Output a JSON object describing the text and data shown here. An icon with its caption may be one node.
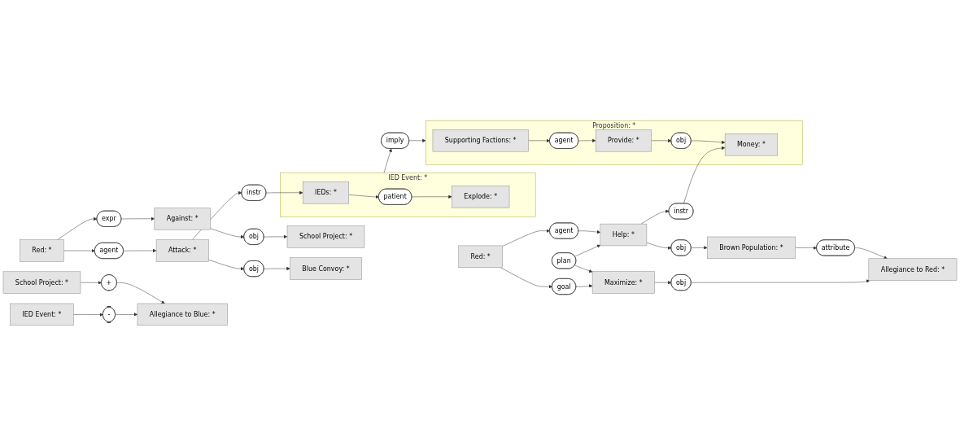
{
  "diagram": {
    "nodes": [
      {
        "text": [
          "Red: *"
        ]
      },
      {
        "text": [
          "expr"
        ]
      },
      {
        "text": [
          "Against: *"
        ]
      },
      {
        "text": [
          "obj"
        ]
      },
      {
        "text": [
          "School Project: *"
        ]
      },
      {
        "text": [
          "agent"
        ]
      },
      {
        "text": [
          "Attack: *"
        ]
      },
      {
        "text": [
          "instr"
        ]
      },
      {
        "text": [
          "IED Event: *"
        ]
      },
      {
        "text": [
          "IEDs: *"
        ],
        "in": 8
      },
      {
        "text": [
          "patient"
        ],
        "in": 8
      },
      {
        "text": [
          "Explode: *"
        ],
        "in": 8
      },
      {
        "text": [
          "obj"
        ]
      },
      {
        "text": [
          "Blue Convoy: *"
        ]
      },
      {
        "text": [
          "imply"
        ]
      },
      {
        "text": [
          "Proposition: *"
        ]
      },
      {
        "text": [
          "Supporting Factions: *"
        ],
        "in": 15
      },
      {
        "text": [
          "agent"
        ],
        "in": 15
      },
      {
        "text": [
          "Provide: *"
        ],
        "in": 15
      },
      {
        "text": [
          "obj"
        ],
        "in": 15
      },
      {
        "text": [
          "Money: *"
        ],
        "in": 15
      },
      {
        "text": [
          "agent"
        ]
      },
      {
        "text": [
          "Help: *"
        ]
      },
      {
        "text": [
          "instr"
        ]
      },
      {
        "text": [
          "obj"
        ]
      },
      {
        "text": [
          "Brown Population: *"
        ]
      },
      {
        "text": [
          "Red: *"
        ]
      },
      {
        "text": [
          "plan"
        ]
      },
      {
        "text": [
          "attribute"
        ]
      },
      {
        "text": [
          "goal"
        ]
      },
      {
        "text": [
          "Maximize: *"
        ]
      },
      {
        "text": [
          "obj"
        ]
      },
      {
        "text": [
          "Allegiance to Red: *"
        ]
      },
      {
        "text": [
          "School Project: *"
        ]
      },
      {
        "text": [
          "+"
        ]
      },
      {
        "text": [
          "Allegiance to Blue: *"
        ]
      },
      {
        "text": [
          "IED Event: *"
        ]
      },
      {
        "text": [
          "-"
        ]
      }
    ],
    "edges": [
      {
        "from": 0,
        "to": 1,
        "arrow": "to"
      },
      {
        "from": 1,
        "to": 2,
        "arrow": "to"
      },
      {
        "from": 2,
        "to": 3,
        "arrow": "to"
      },
      {
        "from": 3,
        "to": 4,
        "arrow": "to"
      },
      {
        "from": 0,
        "to": 5,
        "arrow": "to"
      },
      {
        "from": 5,
        "to": 6,
        "arrow": "to"
      },
      {
        "from": 6,
        "to": 7,
        "arrow": "to"
      },
      {
        "from": 7,
        "to": 9,
        "arrow": "to"
      },
      {
        "from": 9,
        "to": 10,
        "arrow": "to"
      },
      {
        "from": 10,
        "to": 11,
        "arrow": "to"
      },
      {
        "from": 6,
        "to": 12,
        "arrow": "to"
      },
      {
        "from": 12,
        "to": 13,
        "arrow": "to"
      },
      {
        "from": 8,
        "to": 14,
        "arrow": "to"
      },
      {
        "from": 14,
        "to": 15,
        "arrow": "to"
      },
      {
        "from": 16,
        "to": 17,
        "arrow": "to"
      },
      {
        "from": 17,
        "to": 18,
        "arrow": "to"
      },
      {
        "from": 18,
        "to": 19,
        "arrow": "to"
      },
      {
        "from": 19,
        "to": 20,
        "arrow": "to"
      },
      {
        "from": 26,
        "to": 21,
        "arrow": "to"
      },
      {
        "from": 21,
        "to": 22,
        "arrow": "to"
      },
      {
        "from": 22,
        "to": 23,
        "arrow": "to"
      },
      {
        "from": 23,
        "to": 20,
        "arrow": "to"
      },
      {
        "from": 22,
        "to": 24,
        "arrow": "to"
      },
      {
        "from": 24,
        "to": 25,
        "arrow": "to"
      },
      {
        "from": 27,
        "to": 22,
        "arrow": "to"
      },
      {
        "from": 27,
        "to": 30,
        "arrow": "to"
      },
      {
        "from": 25,
        "to": 28,
        "arrow": "to"
      },
      {
        "from": 28,
        "to": 32,
        "arrow": "to"
      },
      {
        "from": 26,
        "to": 29,
        "arrow": "to"
      },
      {
        "from": 29,
        "to": 30,
        "arrow": "to"
      },
      {
        "from": 30,
        "to": 31,
        "arrow": "to"
      },
      {
        "from": 31,
        "to": 32,
        "arrow": "to"
      },
      {
        "from": 33,
        "to": 34,
        "arrow": "to"
      },
      {
        "from": 34,
        "to": 35,
        "arrow": "to"
      },
      {
        "from": 36,
        "to": 37,
        "arrow": "to"
      },
      {
        "from": 37,
        "to": 35,
        "arrow": "to"
      }
    ]
  }
}
